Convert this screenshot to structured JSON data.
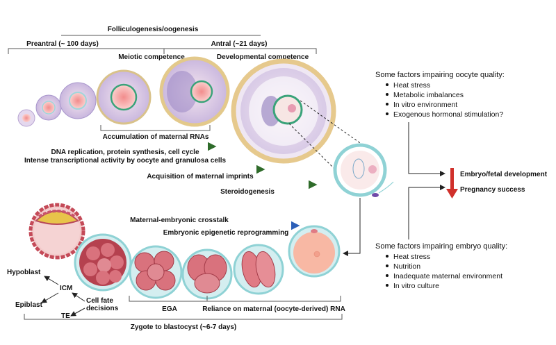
{
  "header": {
    "folliculogenesis": "Folliculogenesis/oogenesis",
    "preantral": "Preantral (~ 100 days)",
    "antral": "Antral (~21 days)",
    "meiotic": "Meiotic competence",
    "developmental": "Developmental competence"
  },
  "processes": {
    "maternal_rnas": "Accumulation of maternal RNAs",
    "dna_line1": "DNA replication, protein synthesis, cell cycle",
    "dna_line2": "Intense transcriptional activity by oocyte and granulosa cells",
    "imprints": "Acquisition of maternal imprints",
    "steroidogenesis": "Steroidogenesis",
    "crosstalk": "Maternal-embryonic crosstalk",
    "reprogramming": "Embryonic epigenetic reprogramming"
  },
  "oocyte_factors": {
    "title": "Some factors impairing oocyte quality:",
    "items": [
      "Heat stress",
      "Metabolic imbalances",
      "In vitro environment",
      "Exogenous hormonal stimulation?"
    ]
  },
  "embryo_factors": {
    "title": "Some factors impairing embryo quality:",
    "items": [
      "Heat stress",
      "Nutrition",
      "Inadequate maternal environment",
      "In vitro culture"
    ]
  },
  "outcomes": {
    "development": "Embryo/fetal development",
    "pregnancy": "Pregnancy success"
  },
  "lineage": {
    "hypoblast": "Hypoblast",
    "icm": "ICM",
    "epiblast": "Epiblast",
    "te": "TE",
    "decisions_1": "Cell fate",
    "decisions_2": "decisions"
  },
  "bottom": {
    "ega": "EGA",
    "reliance": "Reliance on maternal (oocyte-derived) RNA",
    "zygote": "Zygote to blastocyst (~6-7 days)"
  },
  "colors": {
    "green_arrow": "#2e6b2a",
    "blue_arrow": "#2c5fb8",
    "red_arrow": "#d0302b",
    "zona": "#9fd6db",
    "cell_pink": "#e07b84",
    "cell_dark": "#b5414f"
  }
}
